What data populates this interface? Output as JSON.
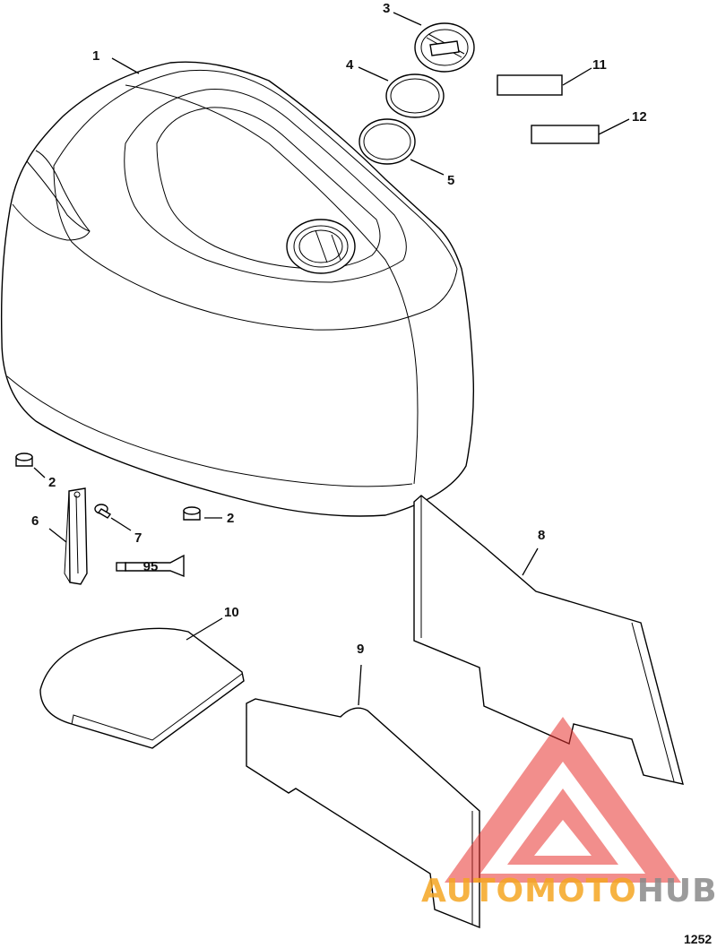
{
  "callouts": {
    "c1": "1",
    "c2a": "2",
    "c2b": "2",
    "c3": "3",
    "c4": "4",
    "c5": "5",
    "c6": "6",
    "c7": "7",
    "c8": "8",
    "c9": "9",
    "c10": "10",
    "c11": "11",
    "c12": "12"
  },
  "tube_label": "95",
  "figure_number": "1252",
  "watermark": {
    "part1": "AUTO",
    "part2": "MOTO",
    "part3": "HUB",
    "color_primary": "#f5a623",
    "color_secondary": "#e8322f",
    "color_hub": "#8a8a8a"
  }
}
